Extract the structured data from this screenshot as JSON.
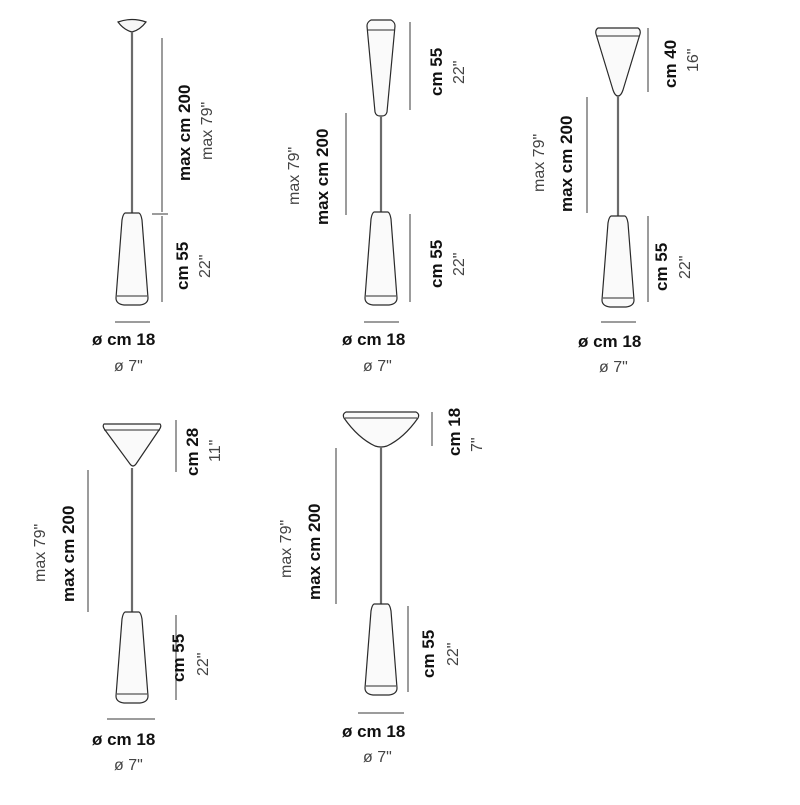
{
  "colors": {
    "outline": "#2a2a2a",
    "rod": "#6b6b6b",
    "dim_line": "#3a3a3a",
    "text_bold": "#111111",
    "text_regular": "#444444",
    "background": "#ffffff"
  },
  "lamps": [
    {
      "id": "lamp-1",
      "top_shade": "small-dish",
      "cord_metric": "max cm 200",
      "cord_imperial": "max 79\"",
      "top_metric": "",
      "top_imperial": "",
      "bottom_metric": "cm 55",
      "bottom_imperial": "22\"",
      "diameter_metric": "ø cm 18",
      "diameter_imperial": "ø 7\""
    },
    {
      "id": "lamp-2",
      "top_shade": "tall-cone",
      "top_metric": "cm 55",
      "top_imperial": "22\"",
      "cord_metric": "max cm 200",
      "cord_imperial": "max 79\"",
      "bottom_metric": "cm 55",
      "bottom_imperial": "22\"",
      "diameter_metric": "ø cm 18",
      "diameter_imperial": "ø 7\""
    },
    {
      "id": "lamp-3",
      "top_shade": "medium-cone",
      "top_metric": "cm 40",
      "top_imperial": "16\"",
      "cord_metric": "max cm 200",
      "cord_imperial": "max 79\"",
      "bottom_metric": "cm 55",
      "bottom_imperial": "22\"",
      "diameter_metric": "ø cm 18",
      "diameter_imperial": "ø 7\""
    },
    {
      "id": "lamp-4",
      "top_shade": "short-cone",
      "top_metric": "cm 28",
      "top_imperial": "11\"",
      "cord_metric": "max cm 200",
      "cord_imperial": "max 79\"",
      "bottom_metric": "cm 55",
      "bottom_imperial": "22\"",
      "diameter_metric": "ø cm 18",
      "diameter_imperial": "ø 7\""
    },
    {
      "id": "lamp-5",
      "top_shade": "wide-dish",
      "top_metric": "cm 18",
      "top_imperial": "7\"",
      "cord_metric": "max cm 200",
      "cord_imperial": "max 79\"",
      "bottom_metric": "cm 55",
      "bottom_imperial": "22\"",
      "diameter_metric": "ø cm 18",
      "diameter_imperial": "ø 7\""
    }
  ]
}
